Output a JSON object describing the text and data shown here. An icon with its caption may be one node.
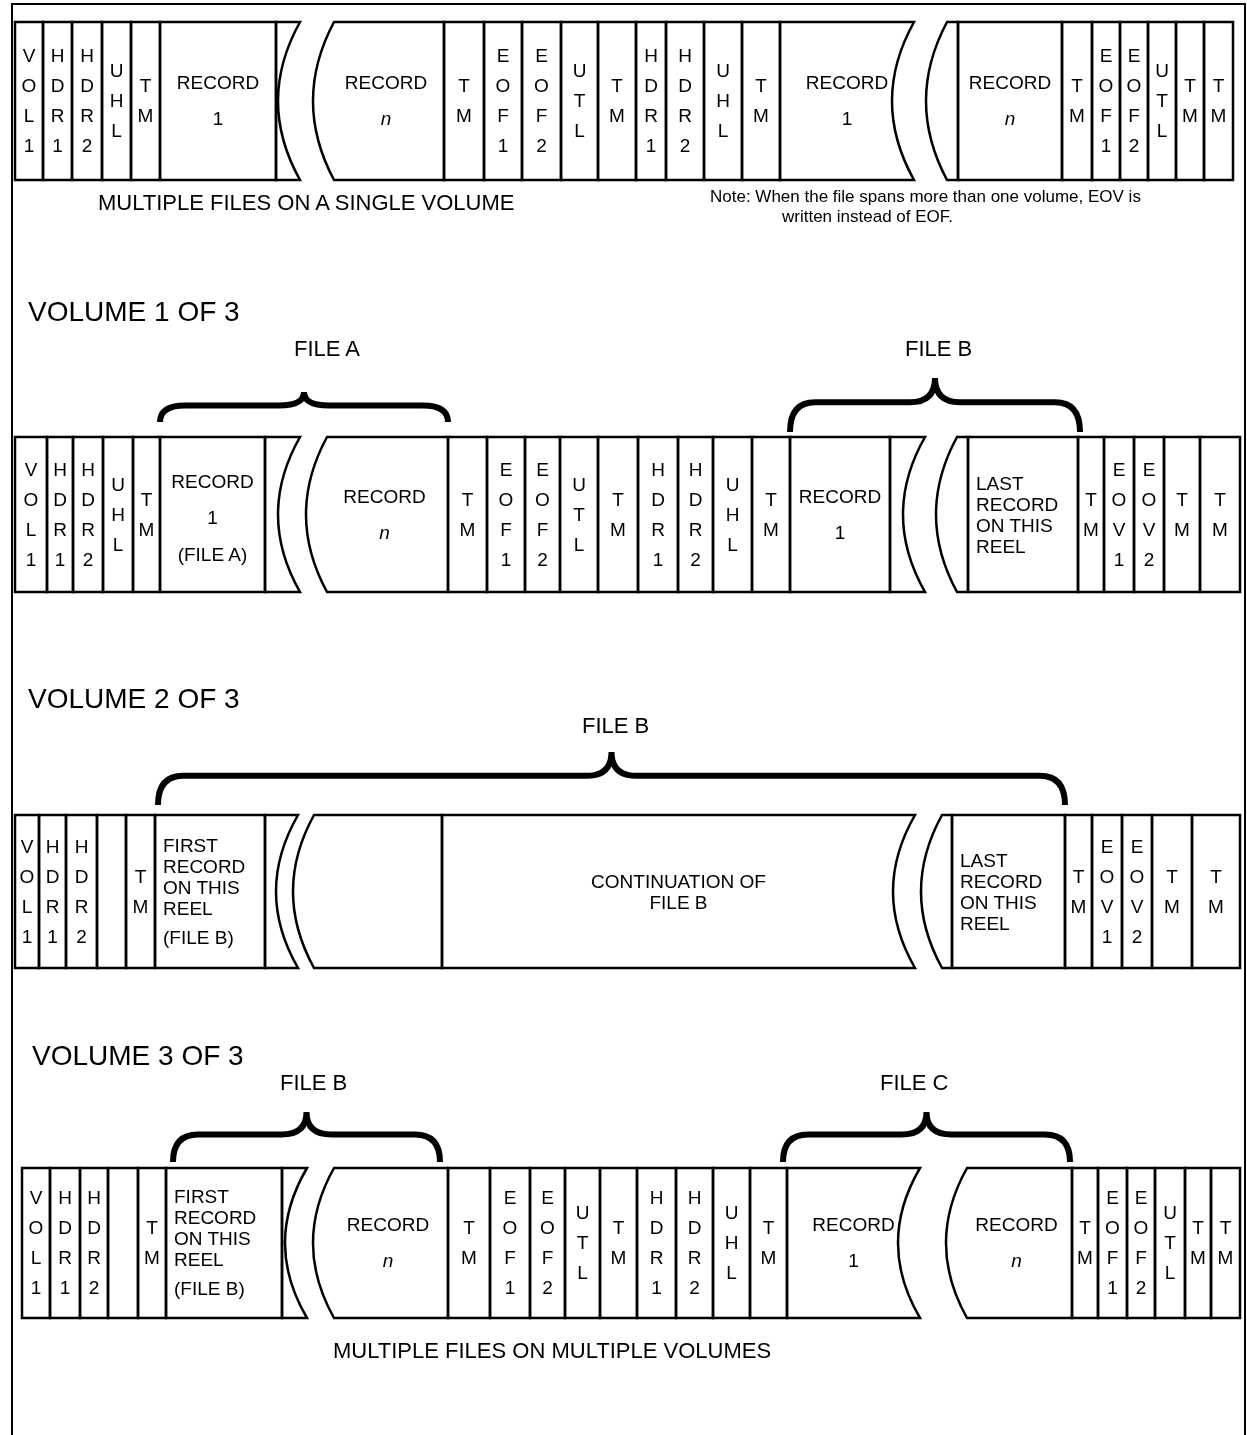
{
  "diagram": {
    "nodes": [
      {
        "text": [
          "V O L 1"
        ]
      },
      {
        "text": [
          "H D R 1"
        ]
      },
      {
        "text": [
          "H D R 2"
        ]
      },
      {
        "text": [
          "U H L"
        ]
      },
      {
        "text": [
          "T M"
        ]
      },
      {
        "text": [
          "RECORD 1"
        ]
      },
      {
        "text": [],
        "shape": "box"
      },
      {
        "text": [
          "RECORD *n*"
        ]
      },
      {
        "text": [
          "T M"
        ]
      },
      {
        "text": [
          "E O F 1"
        ]
      },
      {
        "text": [
          "E O F 2"
        ]
      },
      {
        "text": [
          "U T L"
        ]
      },
      {
        "text": [
          "T M"
        ]
      },
      {
        "text": [
          "H D R 1"
        ]
      },
      {
        "text": [
          "H D R 2"
        ]
      },
      {
        "text": [
          "U H L"
        ]
      },
      {
        "text": [
          "T M"
        ]
      },
      {
        "text": [
          "RECORD 1"
        ]
      },
      {
        "text": [],
        "shape": "box"
      },
      {
        "text": [
          "RECORD *n*"
        ]
      },
      {
        "text": [
          "T M"
        ]
      },
      {
        "text": [
          "E O F 1"
        ]
      },
      {
        "text": [
          "E O F 2"
        ]
      },
      {
        "text": [
          "U T L"
        ]
      },
      {
        "text": [
          "T M"
        ]
      },
      {
        "text": [
          "T M"
        ]
      },
      {
        "text": [
          "V O L 1"
        ]
      },
      {
        "text": [
          "H D R 1"
        ]
      },
      {
        "text": [
          "H D R 2"
        ]
      },
      {
        "text": [
          "U H L"
        ]
      },
      {
        "text": [
          "T M"
        ]
      },
      {
        "text": [
          "RECORD 1",
          "(FILE A)"
        ]
      },
      {
        "text": [],
        "shape": "box"
      },
      {
        "text": [
          "RECORD *n*"
        ]
      },
      {
        "text": [
          "T M"
        ]
      },
      {
        "text": [
          "E O F 1"
        ]
      },
      {
        "text": [
          "E O F 2"
        ]
      },
      {
        "text": [
          "U T L"
        ]
      },
      {
        "text": [
          "T M"
        ]
      },
      {
        "text": [
          "H D R 1"
        ]
      },
      {
        "text": [
          "H D R 2"
        ]
      },
      {
        "text": [
          "U H L"
        ]
      },
      {
        "text": [
          "T M"
        ]
      },
      {
        "text": [
          "RECORD 1"
        ]
      },
      {
        "text": [],
        "shape": "box"
      },
      {
        "text": [],
        "shape": "box"
      },
      {
        "text": [
          "LAST RECORD ON THIS REEL"
        ]
      },
      {
        "text": [
          "T M"
        ]
      },
      {
        "text": [
          "E O V 1"
        ]
      },
      {
        "text": [
          "E O V 2"
        ]
      },
      {
        "text": [
          "T M"
        ]
      },
      {
        "text": [
          "T M"
        ]
      },
      {
        "text": [
          "V O L 1"
        ]
      },
      {
        "text": [
          "H D R 1"
        ]
      },
      {
        "text": [
          "H D R 2"
        ]
      },
      {
        "text": [],
        "shape": "box"
      },
      {
        "text": [
          "T M"
        ]
      },
      {
        "text": [
          "FIRST RECORD ON THIS REEL",
          "(FILE B)"
        ]
      },
      {
        "text": [],
        "shape": "box"
      },
      {
        "text": [],
        "shape": "box"
      },
      {
        "text": [
          "CONTINUATION OF FILE B"
        ]
      },
      {
        "text": [],
        "shape": "box"
      },
      {
        "text": [
          "LAST RECORD ON THIS REEL"
        ]
      },
      {
        "text": [
          "T M"
        ]
      },
      {
        "text": [
          "E O V 1"
        ]
      },
      {
        "text": [
          "E O V 2"
        ]
      },
      {
        "text": [
          "T M"
        ]
      },
      {
        "text": [
          "T M"
        ]
      },
      {
        "text": [
          "V O L 1"
        ]
      },
      {
        "text": [
          "H D R 1"
        ]
      },
      {
        "text": [
          "H D R 2"
        ]
      },
      {
        "text": [],
        "shape": "box"
      },
      {
        "text": [
          "T M"
        ]
      },
      {
        "text": [
          "FIRST RECORD ON THIS REEL",
          "(FILE B)"
        ]
      },
      {
        "text": [],
        "shape": "box"
      },
      {
        "text": [
          "RECORD *n*"
        ]
      },
      {
        "text": [
          "T M"
        ]
      },
      {
        "text": [
          "E O F 1"
        ]
      },
      {
        "text": [
          "E O F 2"
        ]
      },
      {
        "text": [
          "U T L"
        ]
      },
      {
        "text": [
          "T M"
        ]
      },
      {
        "text": [
          "H D R 1"
        ]
      },
      {
        "text": [
          "H D R 2"
        ]
      },
      {
        "text": [
          "U H L"
        ]
      },
      {
        "text": [
          "T M"
        ]
      },
      {
        "text": [
          "RECORD 1"
        ]
      },
      {
        "text": [
          "RECORD *n*"
        ]
      },
      {
        "text": [
          "T M"
        ]
      },
      {
        "text": [
          "E O F 1"
        ]
      },
      {
        "text": [
          "E O F 2"
        ]
      },
      {
        "text": [
          "U T L"
        ]
      },
      {
        "text": [
          "T M"
        ]
      },
      {
        "text": [
          "T M"
        ]
      }
    ],
    "labels": [
      "MULTIPLE FILES ON A SINGLE VOLUME",
      "Note: When the file spans more than one volume, EOV is written instead of EOF.",
      "VOLUME 1 OF 3",
      "FILE A",
      "FILE B",
      "VOLUME 2 OF 3",
      "FILE B",
      "VOLUME 3 OF 3",
      "FILE B",
      "FILE C",
      "MULTIPLE FILES ON MULTIPLE VOLUMES"
    ]
  }
}
